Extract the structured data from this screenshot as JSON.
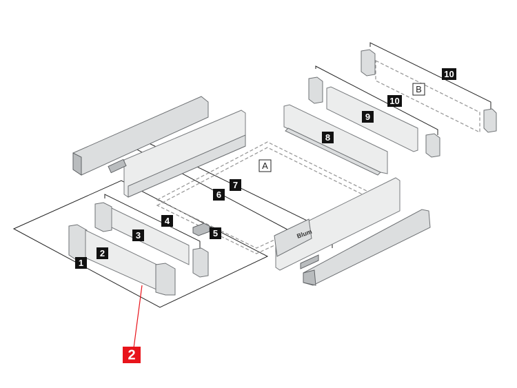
{
  "diagram": {
    "part_labels": [
      "1",
      "2",
      "3",
      "4",
      "5",
      "6",
      "7",
      "8",
      "9",
      "10",
      "10"
    ],
    "assembly_labels": [
      "A",
      "B"
    ],
    "callout": {
      "label": "2",
      "color": "#e8141b"
    },
    "logo_text": "Blum"
  }
}
